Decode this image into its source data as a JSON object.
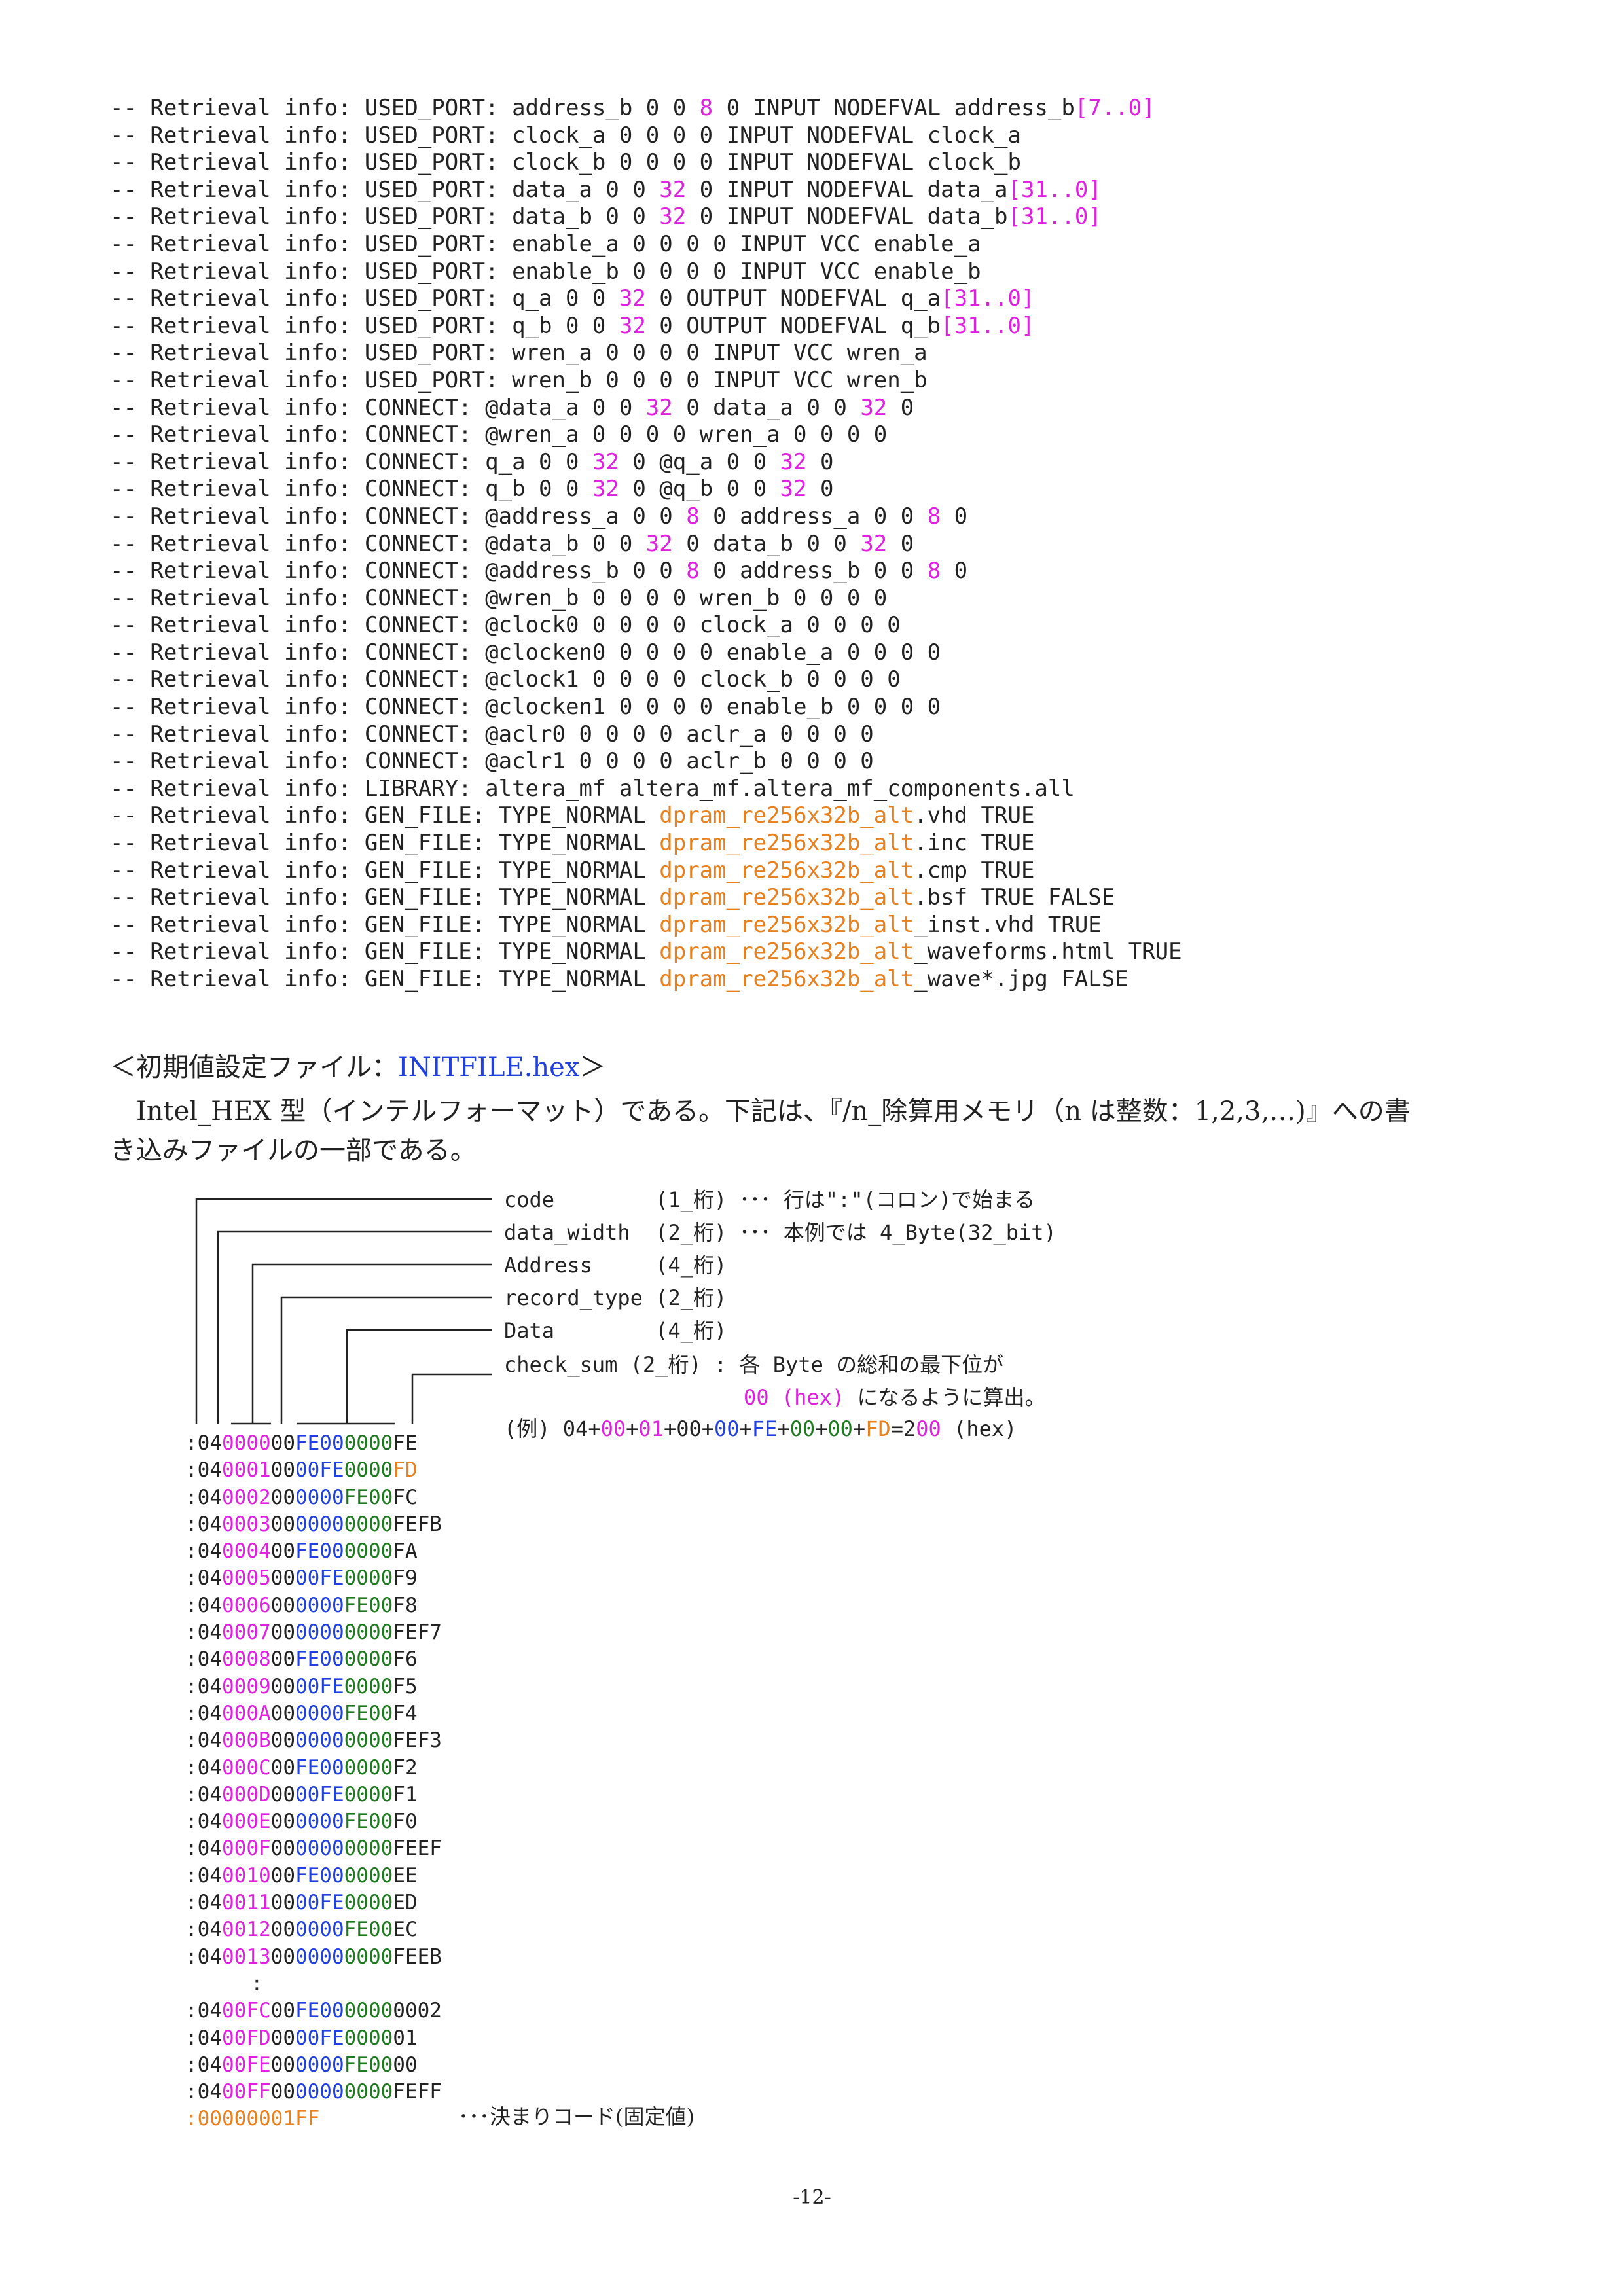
{
  "retrieval_lines": [
    [
      {
        "t": "-- Retrieval info: USED_PORT: address_b 0 0 "
      },
      {
        "t": "8",
        "c": "mag"
      },
      {
        "t": " 0 INPUT NODEFVAL address_b"
      },
      {
        "t": "[7..0]",
        "c": "mag"
      }
    ],
    [
      {
        "t": "-- Retrieval info: USED_PORT: clock_a 0 0 0 0 INPUT NODEFVAL clock_a"
      }
    ],
    [
      {
        "t": "-- Retrieval info: USED_PORT: clock_b 0 0 0 0 INPUT NODEFVAL clock_b"
      }
    ],
    [
      {
        "t": "-- Retrieval info: USED_PORT: data_a 0 0 "
      },
      {
        "t": "32",
        "c": "mag"
      },
      {
        "t": " 0 INPUT NODEFVAL data_a"
      },
      {
        "t": "[31..0]",
        "c": "mag"
      }
    ],
    [
      {
        "t": "-- Retrieval info: USED_PORT: data_b 0 0 "
      },
      {
        "t": "32",
        "c": "mag"
      },
      {
        "t": " 0 INPUT NODEFVAL data_b"
      },
      {
        "t": "[31..0]",
        "c": "mag"
      }
    ],
    [
      {
        "t": "-- Retrieval info: USED_PORT: enable_a 0 0 0 0 INPUT VCC enable_a"
      }
    ],
    [
      {
        "t": "-- Retrieval info: USED_PORT: enable_b 0 0 0 0 INPUT VCC enable_b"
      }
    ],
    [
      {
        "t": "-- Retrieval info: USED_PORT: q_a 0 0 "
      },
      {
        "t": "32",
        "c": "mag"
      },
      {
        "t": " 0 OUTPUT NODEFVAL q_a"
      },
      {
        "t": "[31..0]",
        "c": "mag"
      }
    ],
    [
      {
        "t": "-- Retrieval info: USED_PORT: q_b 0 0 "
      },
      {
        "t": "32",
        "c": "mag"
      },
      {
        "t": " 0 OUTPUT NODEFVAL q_b"
      },
      {
        "t": "[31..0]",
        "c": "mag"
      }
    ],
    [
      {
        "t": "-- Retrieval info: USED_PORT: wren_a 0 0 0 0 INPUT VCC wren_a"
      }
    ],
    [
      {
        "t": "-- Retrieval info: USED_PORT: wren_b 0 0 0 0 INPUT VCC wren_b"
      }
    ],
    [
      {
        "t": "-- Retrieval info: CONNECT: @data_a 0 0 "
      },
      {
        "t": "32",
        "c": "mag"
      },
      {
        "t": " 0 data_a 0 0 "
      },
      {
        "t": "32",
        "c": "mag"
      },
      {
        "t": " 0"
      }
    ],
    [
      {
        "t": "-- Retrieval info: CONNECT: @wren_a 0 0 0 0 wren_a 0 0 0 0"
      }
    ],
    [
      {
        "t": "-- Retrieval info: CONNECT: q_a 0 0 "
      },
      {
        "t": "32",
        "c": "mag"
      },
      {
        "t": " 0 @q_a 0 0 "
      },
      {
        "t": "32",
        "c": "mag"
      },
      {
        "t": " 0"
      }
    ],
    [
      {
        "t": "-- Retrieval info: CONNECT: q_b 0 0 "
      },
      {
        "t": "32",
        "c": "mag"
      },
      {
        "t": " 0 @q_b 0 0 "
      },
      {
        "t": "32",
        "c": "mag"
      },
      {
        "t": " 0"
      }
    ],
    [
      {
        "t": "-- Retrieval info: CONNECT: @address_a 0 0 "
      },
      {
        "t": "8",
        "c": "mag"
      },
      {
        "t": " 0 address_a 0 0 "
      },
      {
        "t": "8",
        "c": "mag"
      },
      {
        "t": " 0"
      }
    ],
    [
      {
        "t": "-- Retrieval info: CONNECT: @data_b 0 0 "
      },
      {
        "t": "32",
        "c": "mag"
      },
      {
        "t": " 0 data_b 0 0 "
      },
      {
        "t": "32",
        "c": "mag"
      },
      {
        "t": " 0"
      }
    ],
    [
      {
        "t": "-- Retrieval info: CONNECT: @address_b 0 0 "
      },
      {
        "t": "8",
        "c": "mag"
      },
      {
        "t": " 0 address_b 0 0 "
      },
      {
        "t": "8",
        "c": "mag"
      },
      {
        "t": " 0"
      }
    ],
    [
      {
        "t": "-- Retrieval info: CONNECT: @wren_b 0 0 0 0 wren_b 0 0 0 0"
      }
    ],
    [
      {
        "t": "-- Retrieval info: CONNECT: @clock0 0 0 0 0 clock_a 0 0 0 0"
      }
    ],
    [
      {
        "t": "-- Retrieval info: CONNECT: @clocken0 0 0 0 0 enable_a 0 0 0 0"
      }
    ],
    [
      {
        "t": "-- Retrieval info: CONNECT: @clock1 0 0 0 0 clock_b 0 0 0 0"
      }
    ],
    [
      {
        "t": "-- Retrieval info: CONNECT: @clocken1 0 0 0 0 enable_b 0 0 0 0"
      }
    ],
    [
      {
        "t": "-- Retrieval info: CONNECT: @aclr0 0 0 0 0 aclr_a 0 0 0 0"
      }
    ],
    [
      {
        "t": "-- Retrieval info: CONNECT: @aclr1 0 0 0 0 aclr_b 0 0 0 0"
      }
    ],
    [
      {
        "t": "-- Retrieval info: LIBRARY: altera_mf altera_mf.altera_mf_components.all"
      }
    ],
    [
      {
        "t": "-- Retrieval info: GEN_FILE: TYPE_NORMAL "
      },
      {
        "t": "dpram_re256x32b_alt",
        "c": "orange"
      },
      {
        "t": ".vhd TRUE"
      }
    ],
    [
      {
        "t": "-- Retrieval info: GEN_FILE: TYPE_NORMAL "
      },
      {
        "t": "dpram_re256x32b_alt",
        "c": "orange"
      },
      {
        "t": ".inc TRUE"
      }
    ],
    [
      {
        "t": "-- Retrieval info: GEN_FILE: TYPE_NORMAL "
      },
      {
        "t": "dpram_re256x32b_alt",
        "c": "orange"
      },
      {
        "t": ".cmp TRUE"
      }
    ],
    [
      {
        "t": "-- Retrieval info: GEN_FILE: TYPE_NORMAL "
      },
      {
        "t": "dpram_re256x32b_alt",
        "c": "orange"
      },
      {
        "t": ".bsf TRUE FALSE"
      }
    ],
    [
      {
        "t": "-- Retrieval info: GEN_FILE: TYPE_NORMAL "
      },
      {
        "t": "dpram_re256x32b_alt",
        "c": "orange"
      },
      {
        "t": "_inst.vhd TRUE"
      }
    ],
    [
      {
        "t": "-- Retrieval info: GEN_FILE: TYPE_NORMAL "
      },
      {
        "t": "dpram_re256x32b_alt",
        "c": "orange"
      },
      {
        "t": "_waveforms.html TRUE"
      }
    ],
    [
      {
        "t": "-- Retrieval info: GEN_FILE: TYPE_NORMAL "
      },
      {
        "t": "dpram_re256x32b_alt",
        "c": "orange"
      },
      {
        "t": "_wave*.jpg FALSE"
      }
    ]
  ],
  "section": {
    "heading_open": "＜初期値設定ファイル：",
    "heading_file": "INITFILE.hex",
    "heading_close": "＞",
    "para_line1": "　Intel_HEX 型（インテルフォーマット）である。下記は、『/n_除算用メモリ（n は整数：1,2,3,…)』への書",
    "para_line2": "き込みファイルの一部である。"
  },
  "legend": [
    [
      {
        "t": "code        (1_桁) ･･･ 行は\":\"(コロン)で始まる"
      }
    ],
    [
      {
        "t": "data_width  (2_桁) ･･･ 本例では 4_Byte(32_bit)"
      }
    ],
    [
      {
        "t": "Address     (4_桁)"
      }
    ],
    [
      {
        "t": "record_type (2_桁)"
      }
    ],
    [
      {
        "t": "Data        (4_桁)"
      }
    ],
    [
      {
        "t": "check_sum (2_桁) : 各 Byte の総和の最下位が"
      }
    ],
    [
      {
        "t": "                   "
      },
      {
        "t": "00 (hex)",
        "c": "mag"
      },
      {
        "t": " になるように算出。"
      }
    ],
    [
      {
        "t": "(例) 04+"
      },
      {
        "t": "00",
        "c": "mag"
      },
      {
        "t": "+"
      },
      {
        "t": "01",
        "c": "mag"
      },
      {
        "t": "+00+"
      },
      {
        "t": "00",
        "c": "blue"
      },
      {
        "t": "+"
      },
      {
        "t": "FE",
        "c": "blue"
      },
      {
        "t": "+"
      },
      {
        "t": "00",
        "c": "green"
      },
      {
        "t": "+"
      },
      {
        "t": "00",
        "c": "green"
      },
      {
        "t": "+"
      },
      {
        "t": "FD",
        "c": "orange"
      },
      {
        "t": "=2"
      },
      {
        "t": "00",
        "c": "mag"
      },
      {
        "t": " (hex)"
      }
    ]
  ],
  "hex_records": [
    [
      ":04",
      "0000",
      "00",
      "FE00",
      "0000",
      "FE",
      "black"
    ],
    [
      ":04",
      "0001",
      "00",
      "00FE",
      "0000",
      "FD",
      "orange"
    ],
    [
      ":04",
      "0002",
      "00",
      "0000",
      "FE00",
      "FC",
      "black"
    ],
    [
      ":04",
      "0003",
      "00",
      "0000",
      "0000",
      "FEFB",
      "black"
    ],
    [
      ":04",
      "0004",
      "00",
      "FE00",
      "0000",
      "FA",
      "black"
    ],
    [
      ":04",
      "0005",
      "00",
      "00FE",
      "0000",
      "F9",
      "black"
    ],
    [
      ":04",
      "0006",
      "00",
      "0000",
      "FE00",
      "F8",
      "black"
    ],
    [
      ":04",
      "0007",
      "00",
      "0000",
      "0000",
      "FEF7",
      "black"
    ],
    [
      ":04",
      "0008",
      "00",
      "FE00",
      "0000",
      "F6",
      "black"
    ],
    [
      ":04",
      "0009",
      "00",
      "00FE",
      "0000",
      "F5",
      "black"
    ],
    [
      ":04",
      "000A",
      "00",
      "0000",
      "FE00",
      "F4",
      "black"
    ],
    [
      ":04",
      "000B",
      "00",
      "0000",
      "0000",
      "FEF3",
      "black"
    ],
    [
      ":04",
      "000C",
      "00",
      "FE00",
      "0000",
      "F2",
      "black"
    ],
    [
      ":04",
      "000D",
      "00",
      "00FE",
      "0000",
      "F1",
      "black"
    ],
    [
      ":04",
      "000E",
      "00",
      "0000",
      "FE00",
      "F0",
      "black"
    ],
    [
      ":04",
      "000F",
      "00",
      "0000",
      "0000",
      "FEEF",
      "black"
    ],
    [
      ":04",
      "0010",
      "00",
      "FE00",
      "0000",
      "EE",
      "black"
    ],
    [
      ":04",
      "0011",
      "00",
      "00FE",
      "0000",
      "ED",
      "black"
    ],
    [
      ":04",
      "0012",
      "00",
      "0000",
      "FE00",
      "EC",
      "black"
    ],
    [
      ":04",
      "0013",
      "00",
      "0000",
      "0000",
      "FEEB",
      "black"
    ]
  ],
  "hex_ellipsis": ":",
  "hex_records_tail": [
    [
      ":04",
      "00FC",
      "00",
      "FE00",
      "0000",
      "0002",
      "black"
    ],
    [
      ":04",
      "00FD",
      "00",
      "00FE",
      "0000",
      "01",
      "black"
    ],
    [
      ":04",
      "00FE",
      "00",
      "0000",
      "FE00",
      "00",
      "black"
    ],
    [
      ":04",
      "00FF",
      "00",
      "0000",
      "0000",
      "FEFF",
      "black"
    ]
  ],
  "hex_end_record": ":00000001FF",
  "fixed_code_note": "･･･決まりコード(固定値)",
  "page_number": "-12-",
  "colors": {
    "magenta": "#e020e0",
    "blue": "#2040e0",
    "green": "#1e7a1e",
    "orange": "#e8801e",
    "text": "#222222"
  }
}
